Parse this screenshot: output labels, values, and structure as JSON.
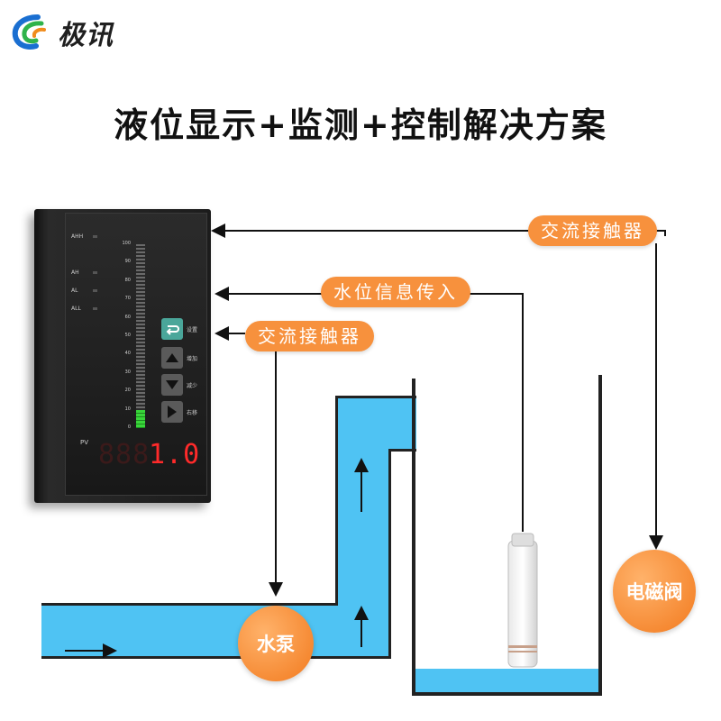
{
  "brand": {
    "name": "极讯"
  },
  "headline": "液位显示+监测+控制解决方案",
  "labels": {
    "contactor_top": "交流接触器",
    "level_signal": "水位信息传入",
    "contactor_mid": "交流接触器",
    "pump": "水泵",
    "valve": "电磁阀"
  },
  "meter": {
    "alarms": [
      "AHH",
      "AH",
      "AL",
      "ALL"
    ],
    "scale": [
      "100",
      "90",
      "80",
      "70",
      "60",
      "50",
      "40",
      "30",
      "20",
      "10",
      "0"
    ],
    "buttons": [
      "设置",
      "增加",
      "减少",
      "右移"
    ],
    "pv_label": "PV",
    "display_dim": "888",
    "display_value": "1.0",
    "bar_level_percent": 8
  },
  "colors": {
    "water": "#4fc3f3",
    "pill": "#f7913d",
    "display_red": "#ff2a2a",
    "display_off": "#3b1a1a",
    "bar_green": "#39d63a"
  }
}
